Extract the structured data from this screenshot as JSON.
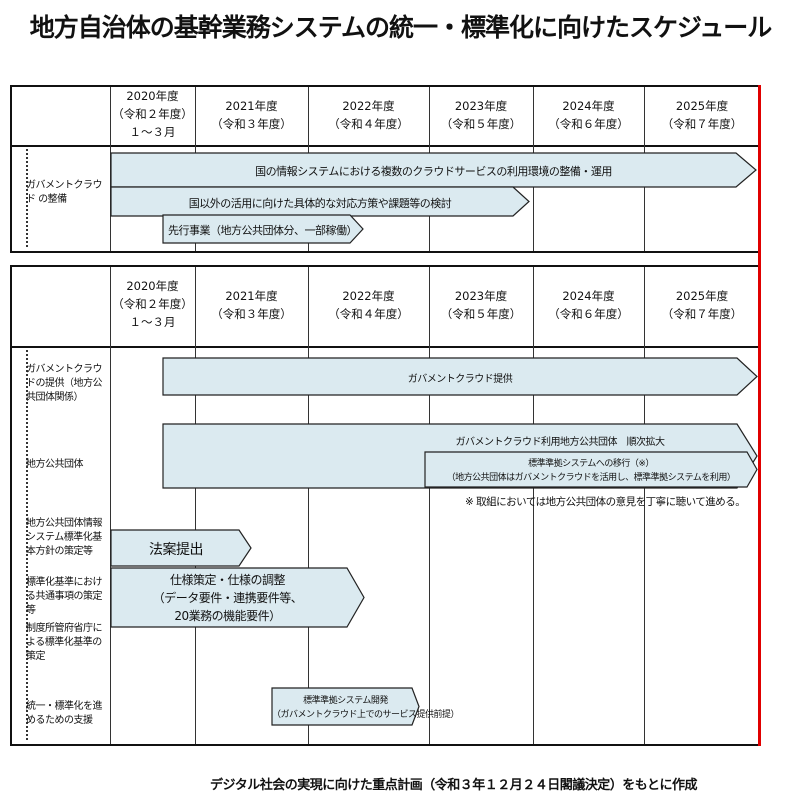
{
  "title": "地方自治体の基幹業務システムの統一・標準化に向けたスケジュール",
  "years": [
    {
      "l1": "2020年度",
      "l2": "（令和２年度）",
      "l3": "１～３月"
    },
    {
      "l1": "2021年度",
      "l2": "（令和３年度）"
    },
    {
      "l1": "2022年度",
      "l2": "（令和４年度）"
    },
    {
      "l1": "2023年度",
      "l2": "（令和５年度）"
    },
    {
      "l1": "2024年度",
      "l2": "（令和６年度）"
    },
    {
      "l1": "2025年度",
      "l2": "（令和７年度）"
    }
  ],
  "table1": {
    "row_label": "ガバメントクラウド の整備",
    "bars": [
      "国の情報システムにおける複数のクラウドサービスの利用環境の整備・運用",
      "国以外の活用に向けた具体的な対応方策や課題等の検討",
      "先行事業（地方公共団体分、一部稼働）"
    ]
  },
  "table2": {
    "row_labels": [
      "ガバメントクラウドの提供（地方公共団体関係）",
      "地方公共団体",
      "地方公共団体情報システム標準化基本方針の策定等",
      "標準化基準における共通事項の策定等",
      "制度所管府省庁による標準化基準の策定",
      "統一・標準化を進めるための支援"
    ],
    "bars": {
      "provide": "ガバメントクラウド提供",
      "expand": "ガバメントクラウド利用地方公共団体　順次拡大",
      "migrate1": "標準準拠システムへの移行（※）",
      "migrate2": "（地方公共団体はガバメントクラウドを活用し、標準準拠システムを利用）",
      "bill": "法案提出",
      "spec1": "仕様策定・仕様の調整",
      "spec2": "（データ要件・連携要件等、",
      "spec3": "20業務の機能要件）",
      "dev1": "標準準拠システム開発",
      "dev2": "（ガバメントクラウド上でのサービス提供前提）"
    },
    "note": "※ 取組においては地方公共団体の意見を丁寧に聴いて進める。"
  },
  "footer": "デジタル社会の実現に向けた重点計画（令和３年１２月２４日閣議決定）をもとに作成",
  "colors": {
    "bar": "#dbeaf0",
    "deadline": "#e00000"
  }
}
